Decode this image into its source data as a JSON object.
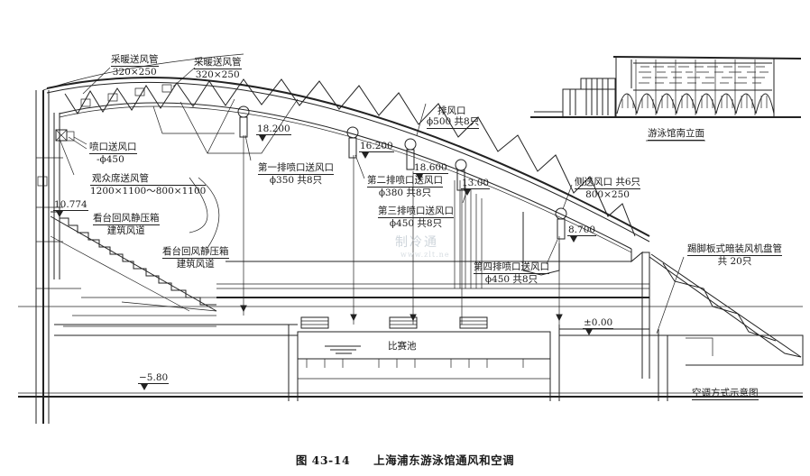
{
  "figure": {
    "number": "图 43-14",
    "title": "上海浦东游泳馆通风和空调"
  },
  "section_view": {
    "title": "空调方式示意图",
    "callouts": {
      "heating_duct_1": {
        "name": "采暖送风管",
        "spec": "320×250"
      },
      "heating_duct_2": {
        "name": "采暖送风管",
        "spec": "320×250"
      },
      "nozzle_outlet": {
        "name": "喷口送风口",
        "spec": "-ϕ450"
      },
      "audience_duct": {
        "name": "观众席送风管",
        "spec": "1200×1100～800×1100"
      },
      "stand_return_1": {
        "name": "看台回风静压箱",
        "spec": "建筑风道"
      },
      "stand_return_2": {
        "name": "看台回风静压箱",
        "spec": "建筑风道"
      },
      "nozzle_row_1": {
        "name": "第一排喷口送风口",
        "spec": "ϕ350  共8只"
      },
      "nozzle_row_2": {
        "name": "第二排喷口送风口",
        "spec": "ϕ380  共8只"
      },
      "nozzle_row_3": {
        "name": "第三排喷口送风口",
        "spec": "ϕ450  共8只"
      },
      "nozzle_row_4": {
        "name": "第四排喷口送风口",
        "spec": "ϕ450  共8只"
      },
      "exhaust": {
        "name": "排风口",
        "spec": "ϕ500  共8只"
      },
      "side_outlet": {
        "name": "侧送风口    共6只",
        "spec": "800×250"
      },
      "fan_coil": {
        "name": "踢脚板式暗装风机盘管",
        "spec": "共 20只"
      },
      "pool": {
        "name": "比赛池"
      }
    },
    "elevations": {
      "e18200": "18.200",
      "e16200": "16.200",
      "e18600": "18.600",
      "e13000": "13.00",
      "e8700": "8.700",
      "e10774": "10.774",
      "e0": "±0.00",
      "em580": "−5.80"
    }
  },
  "elevation_view": {
    "title": "游泳馆南立面"
  },
  "watermark": {
    "text": "制冷通",
    "url": "www.zlt.ne"
  }
}
